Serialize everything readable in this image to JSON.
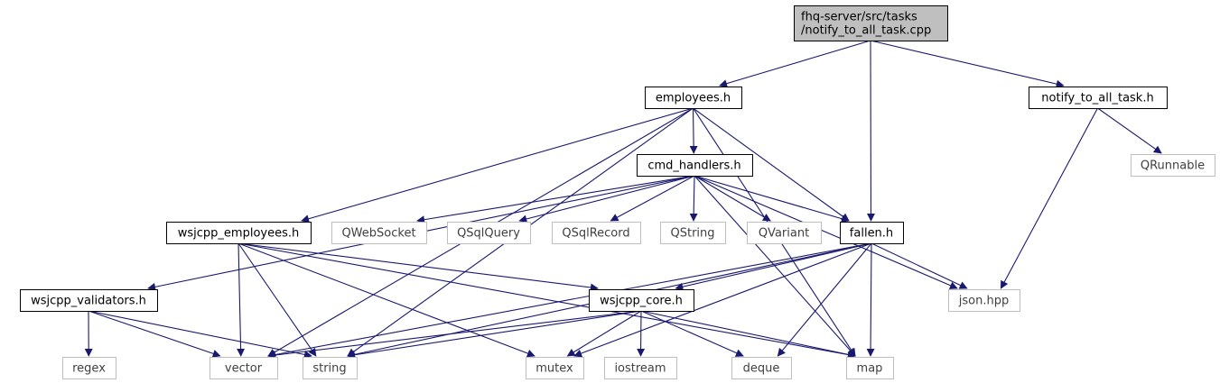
{
  "graph": {
    "nodes": [
      {
        "id": "root",
        "label": "fhq-server/src/tasks\n/notify_to_all_task.cpp",
        "kind": "root"
      },
      {
        "id": "employees",
        "label": "employees.h",
        "kind": "internal"
      },
      {
        "id": "notify_to_all_task",
        "label": "notify_to_all_task.h",
        "kind": "internal"
      },
      {
        "id": "cmd_handlers",
        "label": "cmd_handlers.h",
        "kind": "internal"
      },
      {
        "id": "qrunnable",
        "label": "QRunnable",
        "kind": "external"
      },
      {
        "id": "wsjcpp_employees",
        "label": "wsjcpp_employees.h",
        "kind": "internal"
      },
      {
        "id": "qwebsocket",
        "label": "QWebSocket",
        "kind": "external"
      },
      {
        "id": "qsqlquery",
        "label": "QSqlQuery",
        "kind": "external"
      },
      {
        "id": "qsqlrecord",
        "label": "QSqlRecord",
        "kind": "external"
      },
      {
        "id": "qstring",
        "label": "QString",
        "kind": "external"
      },
      {
        "id": "qvariant",
        "label": "QVariant",
        "kind": "external"
      },
      {
        "id": "fallen",
        "label": "fallen.h",
        "kind": "internal"
      },
      {
        "id": "wsjcpp_validators",
        "label": "wsjcpp_validators.h",
        "kind": "internal"
      },
      {
        "id": "wsjcpp_core",
        "label": "wsjcpp_core.h",
        "kind": "internal"
      },
      {
        "id": "json",
        "label": "json.hpp",
        "kind": "external"
      },
      {
        "id": "regex",
        "label": "regex",
        "kind": "external"
      },
      {
        "id": "vector",
        "label": "vector",
        "kind": "external"
      },
      {
        "id": "string",
        "label": "string",
        "kind": "external"
      },
      {
        "id": "mutex",
        "label": "mutex",
        "kind": "external"
      },
      {
        "id": "iostream",
        "label": "iostream",
        "kind": "external"
      },
      {
        "id": "deque",
        "label": "deque",
        "kind": "external"
      },
      {
        "id": "map",
        "label": "map",
        "kind": "external"
      }
    ],
    "edges": [
      {
        "from": "root",
        "to": "employees"
      },
      {
        "from": "root",
        "to": "fallen"
      },
      {
        "from": "root",
        "to": "notify_to_all_task"
      },
      {
        "from": "employees",
        "to": "cmd_handlers"
      },
      {
        "from": "employees",
        "to": "wsjcpp_employees"
      },
      {
        "from": "employees",
        "to": "fallen"
      },
      {
        "from": "employees",
        "to": "vector"
      },
      {
        "from": "employees",
        "to": "string"
      },
      {
        "from": "employees",
        "to": "map"
      },
      {
        "from": "notify_to_all_task",
        "to": "qrunnable"
      },
      {
        "from": "notify_to_all_task",
        "to": "json"
      },
      {
        "from": "cmd_handlers",
        "to": "qwebsocket"
      },
      {
        "from": "cmd_handlers",
        "to": "qsqlquery"
      },
      {
        "from": "cmd_handlers",
        "to": "qsqlrecord"
      },
      {
        "from": "cmd_handlers",
        "to": "qstring"
      },
      {
        "from": "cmd_handlers",
        "to": "qvariant"
      },
      {
        "from": "cmd_handlers",
        "to": "fallen"
      },
      {
        "from": "cmd_handlers",
        "to": "wsjcpp_validators"
      },
      {
        "from": "cmd_handlers",
        "to": "json"
      },
      {
        "from": "cmd_handlers",
        "to": "map"
      },
      {
        "from": "wsjcpp_employees",
        "to": "wsjcpp_core"
      },
      {
        "from": "wsjcpp_employees",
        "to": "vector"
      },
      {
        "from": "wsjcpp_employees",
        "to": "string"
      },
      {
        "from": "wsjcpp_employees",
        "to": "mutex"
      },
      {
        "from": "wsjcpp_employees",
        "to": "map"
      },
      {
        "from": "fallen",
        "to": "wsjcpp_core"
      },
      {
        "from": "fallen",
        "to": "json"
      },
      {
        "from": "fallen",
        "to": "vector"
      },
      {
        "from": "fallen",
        "to": "string"
      },
      {
        "from": "fallen",
        "to": "mutex"
      },
      {
        "from": "fallen",
        "to": "deque"
      },
      {
        "from": "fallen",
        "to": "map"
      },
      {
        "from": "wsjcpp_validators",
        "to": "regex"
      },
      {
        "from": "wsjcpp_validators",
        "to": "vector"
      },
      {
        "from": "wsjcpp_validators",
        "to": "string"
      },
      {
        "from": "wsjcpp_core",
        "to": "vector"
      },
      {
        "from": "wsjcpp_core",
        "to": "string"
      },
      {
        "from": "wsjcpp_core",
        "to": "mutex"
      },
      {
        "from": "wsjcpp_core",
        "to": "iostream"
      },
      {
        "from": "wsjcpp_core",
        "to": "deque"
      },
      {
        "from": "wsjcpp_core",
        "to": "map"
      }
    ],
    "colors": {
      "edge": "#191970",
      "root_fill": "#bfbfbf",
      "internal_border": "#000000",
      "external_border": "#bfbfbf",
      "external_text": "#404040"
    }
  }
}
